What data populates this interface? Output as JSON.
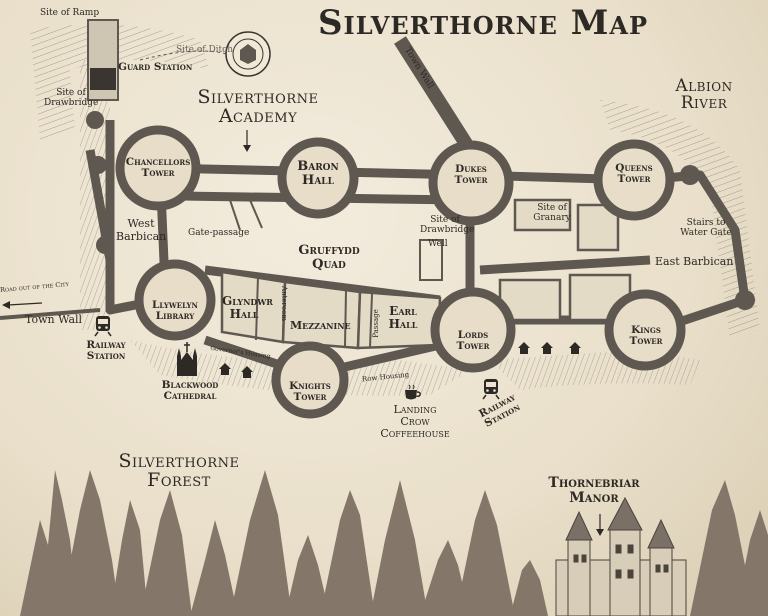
{
  "map": {
    "title": "Silverthorne Map",
    "labels": {
      "site_of_ramp": "Site of Ramp",
      "guard_station": "Guard Station",
      "site_of_drawbridge_w": "Site of Drawbridge",
      "silverthorne_academy": "Silverthorne Academy",
      "town_wall_n": "Town Wall",
      "albion_river": "Albion River",
      "chancellors_tower": "Chancellors Tower",
      "baron_hall": "Baron Hall",
      "dukes_tower": "Dukes Tower",
      "queens_tower": "Queens Tower",
      "site_of_granary": "Site of Granary",
      "stairs_to_water_gate": "Stairs to Water Gate",
      "west_barbican": "West Barbican",
      "gate_passage": "Gate-passage",
      "site_of_drawbridge_c": "Site of Drawbridge",
      "well": "Well",
      "gruffydd_quad": "Gruffydd Quad",
      "east_barbican": "East Barbican",
      "road_out": "Road out of the City",
      "town_wall_w": "Town Wall",
      "llywelyn_library": "Llywelyn Library",
      "glyndwr_hall": "Glyndwr Hall",
      "mezzanine": "Mezzanine",
      "earl_hall": "Earl Hall",
      "passage": "Passage",
      "anteroom": "Anteroom",
      "lords_tower": "Lords Tower",
      "kings_tower": "Kings Tower",
      "railway_station_w": "Railway Station",
      "blackwood_cathedral": "Blackwood Cathedral",
      "knights_tower": "Knights Tower",
      "row_housing": "Row Housing",
      "governors_housing": "Governor's Housing",
      "landing_crow": "Landing Crow Coffeehouse",
      "railway_station_e": "Railway Station",
      "silverthorne_forest": "Silverthorne Forest",
      "thornebriar_manor": "Thornebriar Manor",
      "site_of_ditch": "Site of Ditch"
    },
    "icons": [
      "seal-icon",
      "train-icon",
      "cathedral-icon",
      "house-icon",
      "coffee-cup-icon",
      "tree-icon",
      "manor-icon"
    ],
    "colors": {
      "parchment": "#ede4d1",
      "wall": "#5e5850",
      "ink": "#2d2924",
      "tree": "#85766a"
    }
  }
}
